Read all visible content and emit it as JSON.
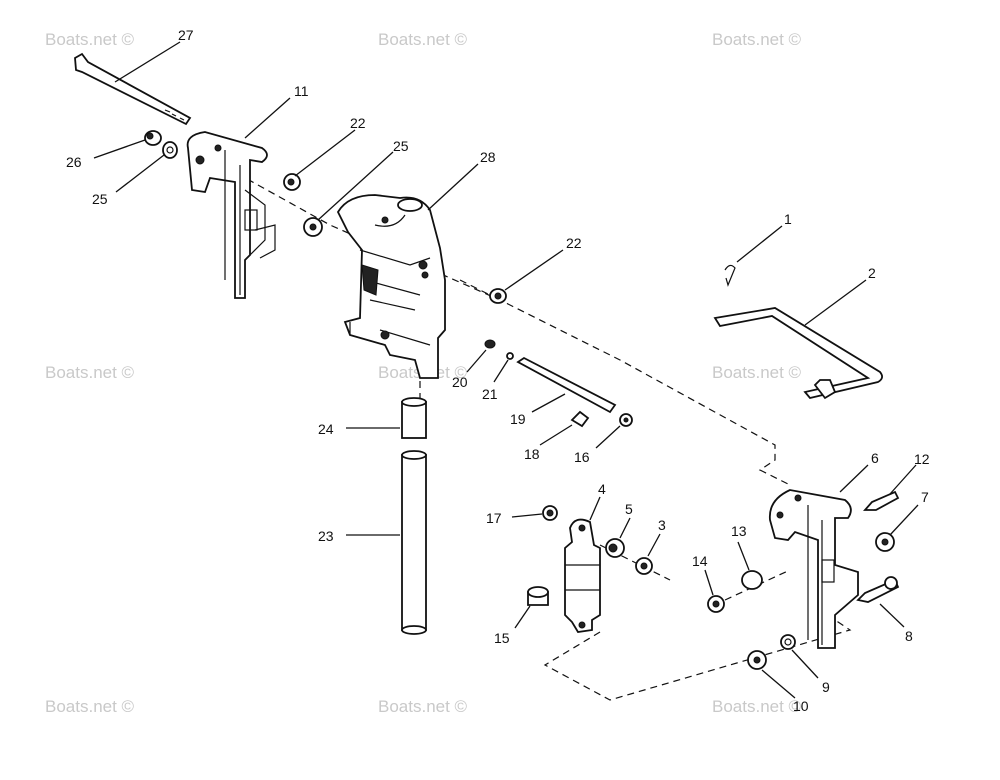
{
  "watermark": "Boats.net ©",
  "callouts": [
    "27",
    "11",
    "22",
    "25",
    "28",
    "26",
    "25",
    "22",
    "1",
    "2",
    "20",
    "21",
    "19",
    "18",
    "16",
    "24",
    "23",
    "6",
    "12",
    "7",
    "4",
    "5",
    "3",
    "17",
    "13",
    "14",
    "15",
    "8",
    "9",
    "10"
  ],
  "icons": {
    "bolt": "bolt-icon",
    "nut": "nut-icon",
    "washer": "washer-icon",
    "bracket": "bracket-icon",
    "cylinder": "cylinder-icon",
    "tube": "tube-icon",
    "pin": "pin-icon"
  }
}
